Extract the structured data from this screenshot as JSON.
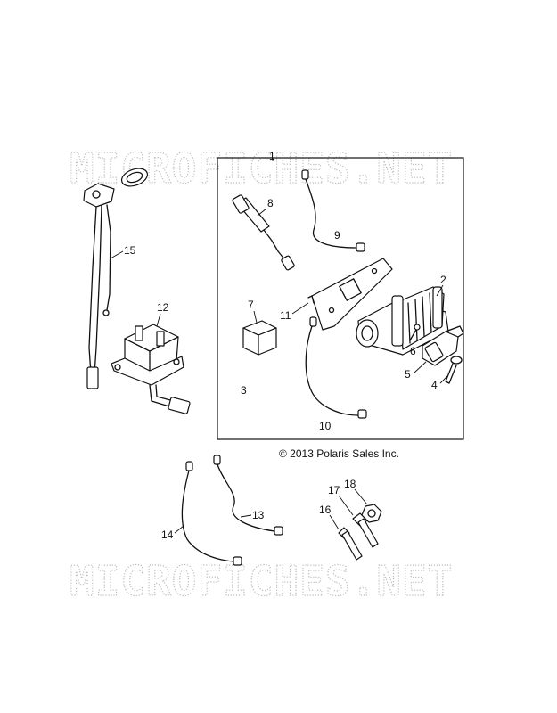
{
  "watermark": {
    "text": "MICROFICHES.NET"
  },
  "copyright": "© 2013 Polaris Sales Inc.",
  "callouts": {
    "c1": "1",
    "c2": "2",
    "c3": "3",
    "c4": "4",
    "c5": "5",
    "c6": "6",
    "c7": "7",
    "c8": "8",
    "c9": "9",
    "c10": "10",
    "c11": "11",
    "c12": "12",
    "c13": "13",
    "c14": "14",
    "c15": "15",
    "c16": "16",
    "c17": "17",
    "c18": "18"
  }
}
